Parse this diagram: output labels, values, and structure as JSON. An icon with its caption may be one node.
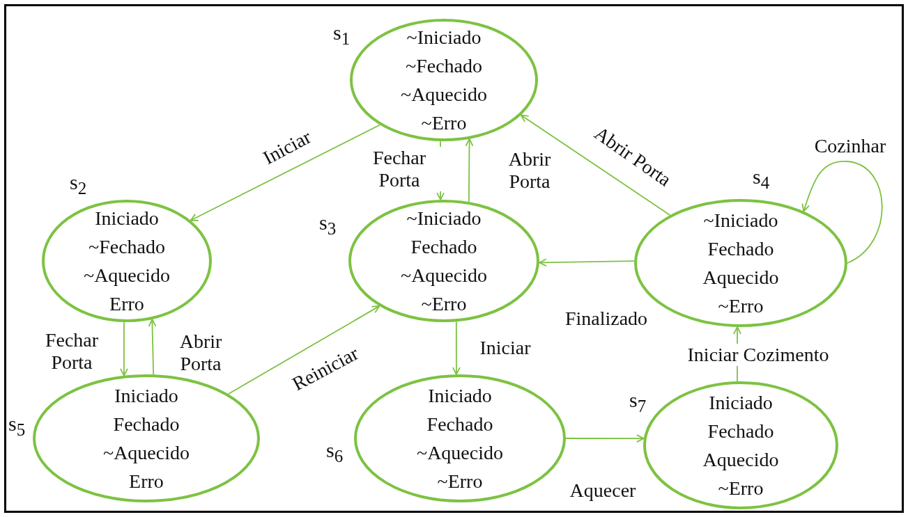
{
  "diagram": {
    "nodes": [
      {
        "text": [
          "~Iniciado",
          "~Fechado",
          "~Aquecido",
          "~Erro"
        ],
        "beside": [
          "s$_{1}$"
        ]
      },
      {
        "text": [
          "Iniciado",
          "~Fechado",
          "~Aquecido",
          "Erro"
        ],
        "beside": [
          "s$_{2}$"
        ]
      },
      {
        "text": [
          "~Iniciado",
          "Fechado",
          "~Aquecido",
          "~Erro"
        ],
        "beside": [
          "s$_{3}$"
        ]
      },
      {
        "text": [
          "~Iniciado",
          "Fechado",
          "Aquecido",
          "~Erro"
        ],
        "beside": [
          "s$_{4}$"
        ]
      },
      {
        "text": [
          "Iniciado",
          "Fechado",
          "~Aquecido",
          "Erro"
        ],
        "beside": [
          "s$_{5}$"
        ]
      },
      {
        "text": [
          "Iniciado",
          "Fechado",
          "~Aquecido",
          "~Erro"
        ],
        "beside": [
          "s$_{6}$"
        ]
      },
      {
        "text": [
          "Iniciado",
          "Fechado",
          "Aquecido",
          "~Erro"
        ],
        "beside": [
          "s$_{7}$"
        ]
      }
    ],
    "edges": [
      {
        "from": 0,
        "to": 1,
        "arrow": "to",
        "label": "Iniciar"
      },
      {
        "from": 0,
        "to": 2,
        "arrow": "to",
        "label": "Fechar Porta"
      },
      {
        "from": 2,
        "to": 0,
        "arrow": "to",
        "label": "Abrir Porta"
      },
      {
        "from": 3,
        "to": 0,
        "arrow": "to",
        "label": "Abrir Porta"
      },
      {
        "from": 3,
        "to": 3,
        "arrow": "to",
        "label": "Cozinhar"
      },
      {
        "from": 3,
        "to": 2,
        "arrow": "to",
        "label": "Finalizado"
      },
      {
        "from": 1,
        "to": 4,
        "arrow": "to",
        "label": "Fechar Porta"
      },
      {
        "from": 4,
        "to": 1,
        "arrow": "to",
        "label": "Abrir Porta"
      },
      {
        "from": 4,
        "to": 2,
        "arrow": "to",
        "label": "Reiniciar"
      },
      {
        "from": 2,
        "to": 5,
        "arrow": "to",
        "label": "Iniciar"
      },
      {
        "from": 5,
        "to": 6,
        "arrow": "to",
        "label": "Aquecer"
      },
      {
        "from": 6,
        "to": 3,
        "arrow": "to",
        "label": "Iniciar Cozimento"
      }
    ]
  }
}
